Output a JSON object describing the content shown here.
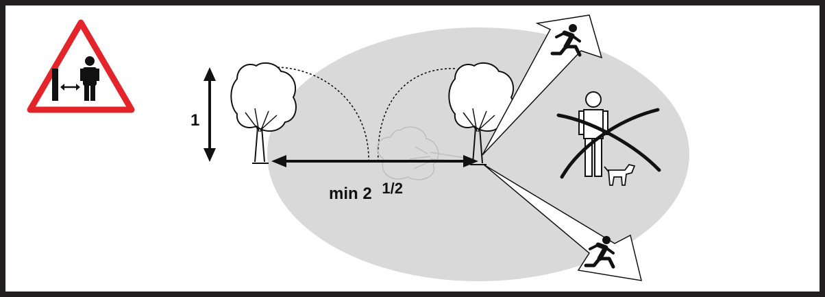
{
  "diagram": {
    "height_label": "1",
    "distance_label_main": "min 2",
    "distance_label_fraction": "1/2",
    "colors": {
      "border": "#231f20",
      "danger_zone": "#d9d9d9",
      "warning_red": "#e3242b",
      "ink": "#111111",
      "ghost_tree": "#bdbdbd"
    },
    "icons": {
      "warning_sign": "keep-distance-warning-sign-icon",
      "tree": "tree-icon",
      "falling_tree": "falling-tree-icon",
      "runner": "running-person-icon",
      "bystander": "standing-person-icon",
      "dog": "dog-icon",
      "prohibition": "cross-out-icon"
    }
  }
}
